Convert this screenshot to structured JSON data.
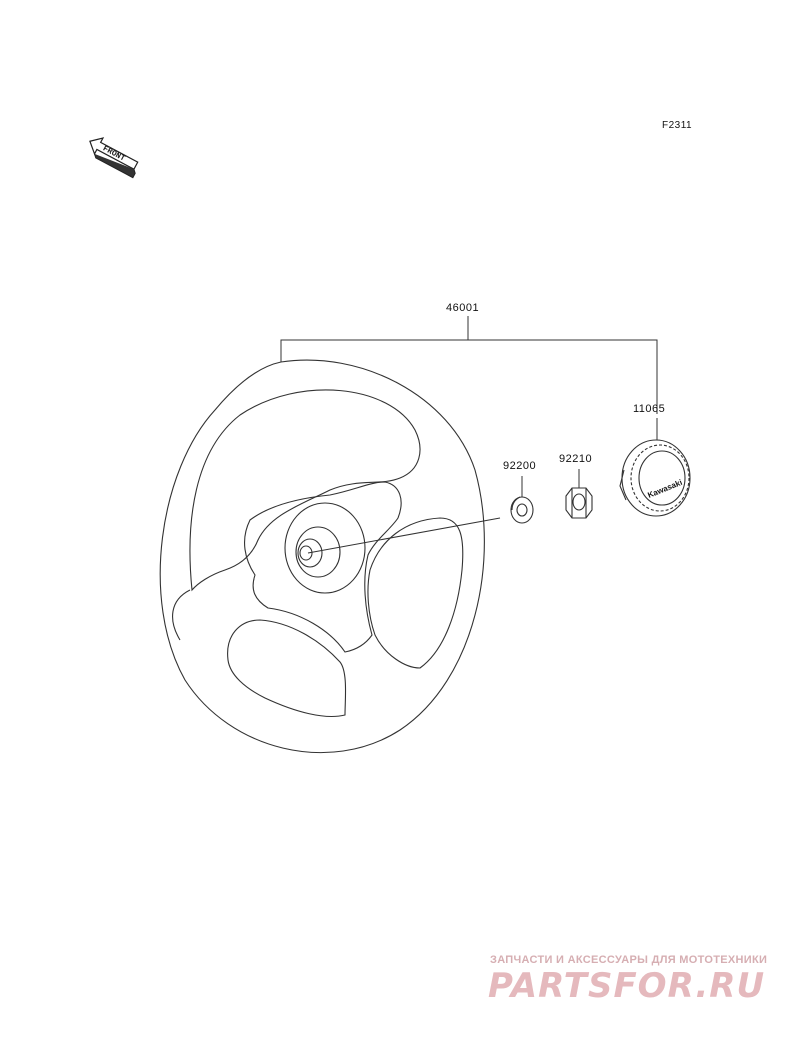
{
  "figure_code": "F2311",
  "front_arrow": {
    "text": "FRONT"
  },
  "parts": {
    "steering_wheel": "46001",
    "cap": "11065",
    "washer": "92200",
    "nut": "92210"
  },
  "cap_logo_text": "Kawasaki",
  "watermark": {
    "tagline": "ЗАПЧАСТИ И АКСЕССУАРЫ ДЛЯ МОТОТЕХНИКИ",
    "logo": "PARTSFOR.RU"
  }
}
